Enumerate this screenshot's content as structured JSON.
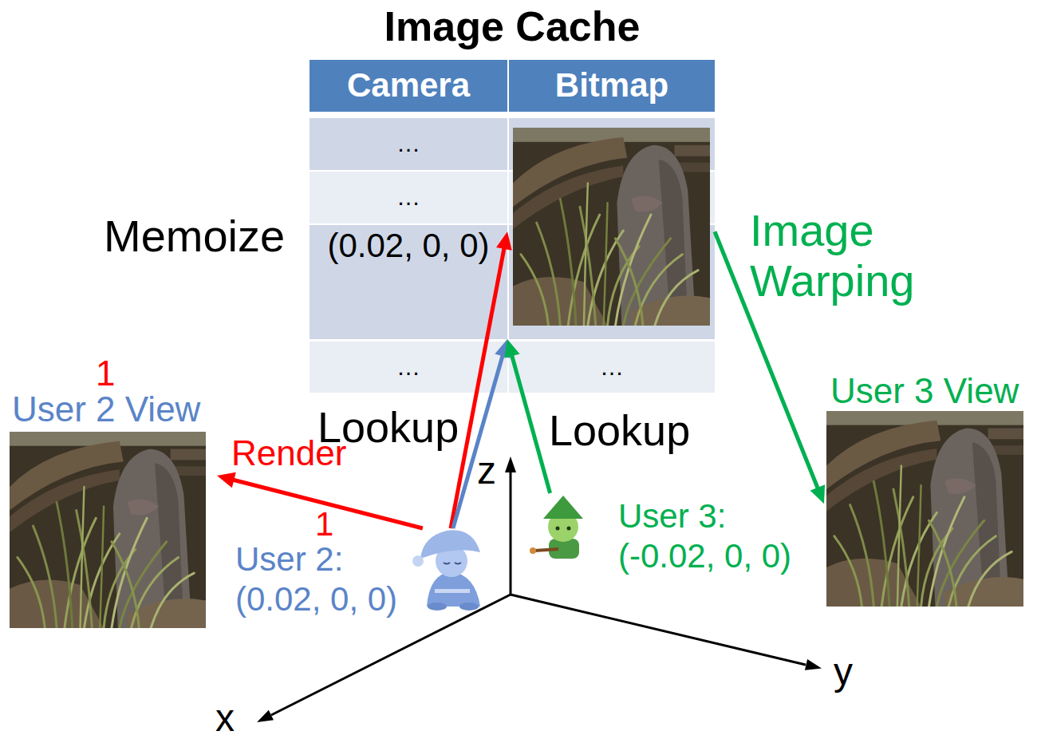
{
  "diagram": {
    "nodes": [
      {
        "text": [
          "Image Cache"
        ]
      },
      {
        "text": [
          "Camera"
        ],
        "in": 0
      },
      {
        "text": [
          "Bitmap"
        ],
        "in": 0
      },
      {
        "text": [
          "…"
        ],
        "in": 0
      },
      {
        "text": [
          "…"
        ],
        "in": 0
      },
      {
        "text": [
          "(0.02, 0, 0)"
        ],
        "in": 0
      },
      {
        "text": [
          "…"
        ],
        "in": 0
      },
      {
        "text": [
          "…"
        ],
        "in": 0
      },
      {
        "text": [
          "User 2 View"
        ]
      },
      {
        "text": [
          "User 2:",
          "(0.02, 0, 0)"
        ]
      },
      {
        "text": [
          "User 3:",
          "(-0.02, 0, 0)"
        ]
      },
      {
        "text": [
          "User 3 View"
        ]
      }
    ],
    "edges": [
      {
        "from": 9,
        "to": 8,
        "arrow": "to"
      },
      {
        "from": 9,
        "to": 5,
        "arrow": "to"
      },
      {
        "from": 9,
        "to": 5,
        "arrow": "to"
      },
      {
        "from": 10,
        "to": 5,
        "arrow": "to"
      },
      {
        "from": 0,
        "to": 11,
        "arrow": "to"
      }
    ],
    "labels": [
      "Memoize",
      "Lookup",
      "Lookup",
      "Render",
      "Image Warping",
      "1",
      "1",
      "z",
      "y",
      "x"
    ]
  }
}
